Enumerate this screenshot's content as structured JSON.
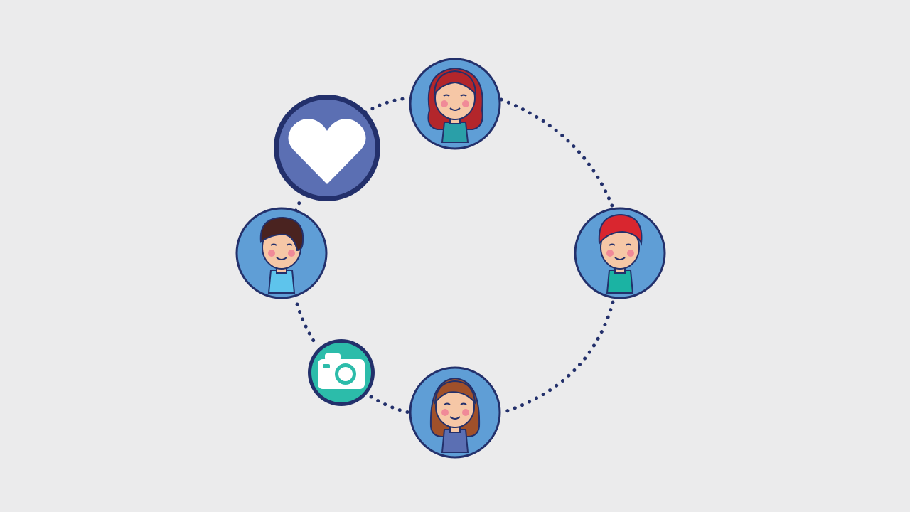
{
  "colors": {
    "background": "#ebebec",
    "outline": "#23306b",
    "dots": "#23306b",
    "avatar_fill": "#5f9ed6",
    "heart_badge_fill": "#5b6fb3",
    "heart": "#ffffff",
    "camera_badge_fill": "#2cbcaa",
    "camera": "#ffffff",
    "skin": "#f6c7a6",
    "cheeks": "#f08a98"
  },
  "nodes": [
    {
      "role": "avatar",
      "icon": "woman-red-hair-icon",
      "hair": "#b3262b",
      "shirt": "#2a9fa8"
    },
    {
      "role": "avatar",
      "icon": "man-red-hair-icon",
      "hair": "#d9262f",
      "shirt": "#1bb3a3"
    },
    {
      "role": "avatar",
      "icon": "woman-brown-hair-icon",
      "hair": "#a0502a",
      "shirt": "#5b6fb3"
    },
    {
      "role": "avatar",
      "icon": "man-dark-hair-icon",
      "hair": "#4a2320",
      "shirt": "#5ec4ec"
    },
    {
      "role": "badge",
      "icon": "heart-icon"
    },
    {
      "role": "badge",
      "icon": "camera-icon"
    }
  ]
}
